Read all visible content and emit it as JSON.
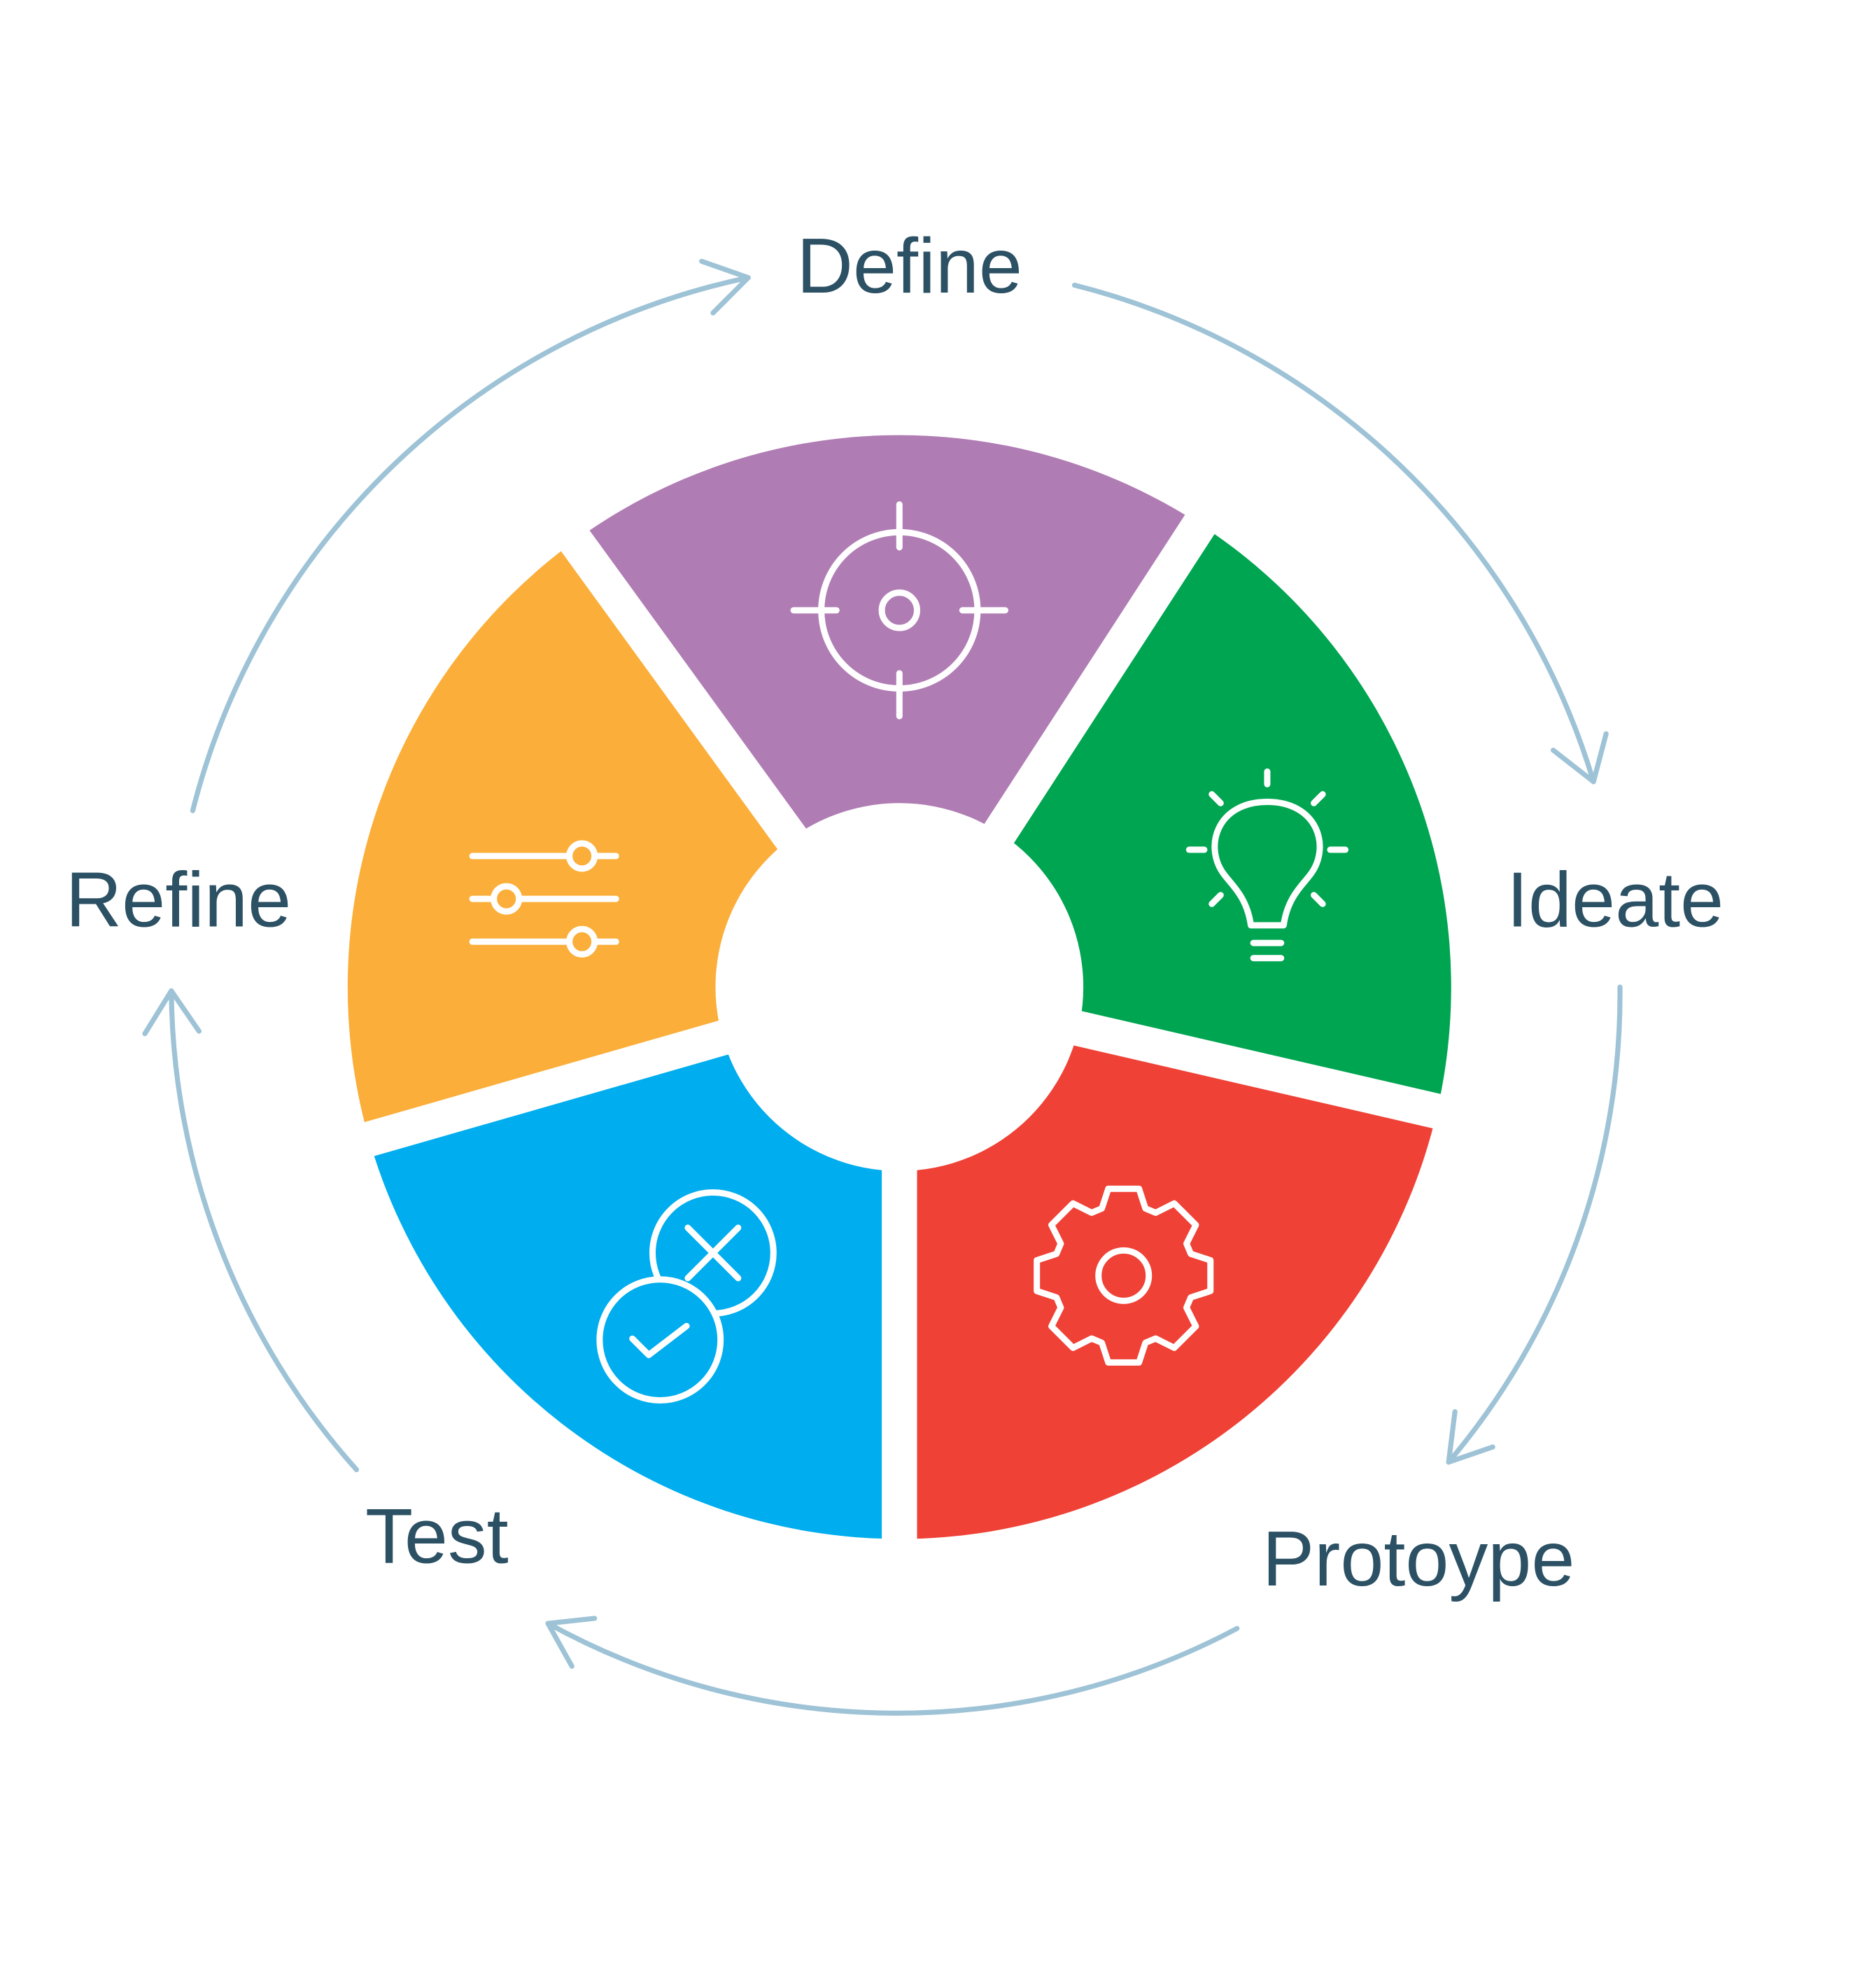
{
  "diagram": {
    "type": "cycle",
    "stages": [
      {
        "label": "Define",
        "icon": "target-icon",
        "color": "#b07cb4"
      },
      {
        "label": "Ideate",
        "icon": "lightbulb-icon",
        "color": "#00a551"
      },
      {
        "label": "Protoype",
        "icon": "gear-icon",
        "color": "#ef4136"
      },
      {
        "label": "Test",
        "icon": "check-x-icon",
        "color": "#00adee"
      },
      {
        "label": "Refine",
        "icon": "sliders-icon",
        "color": "#fbae39"
      }
    ],
    "arrow_color": "#9ec3d6",
    "label_color": "#2c5164"
  }
}
